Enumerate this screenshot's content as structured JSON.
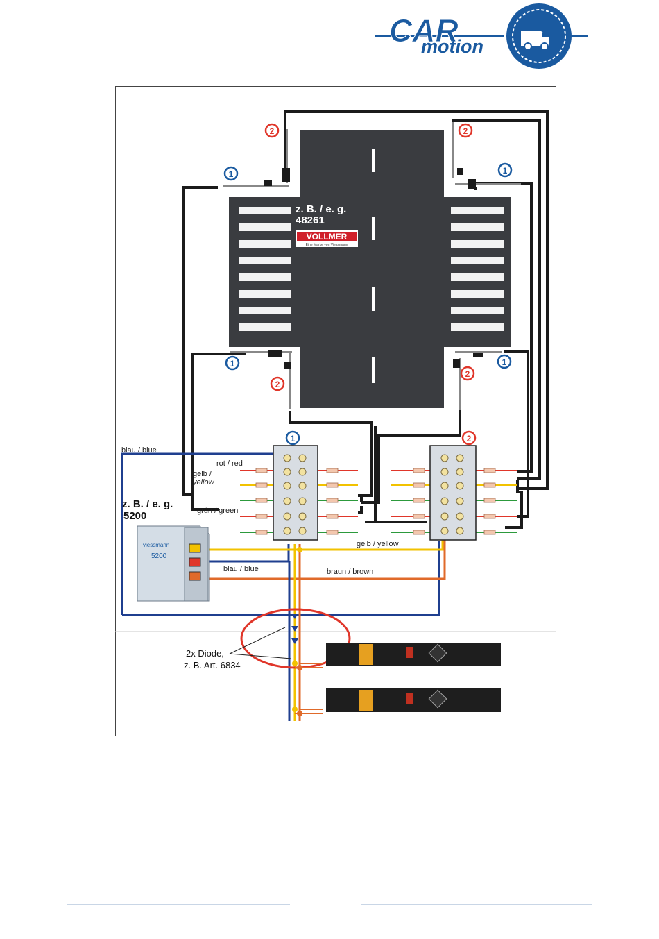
{
  "logo": {
    "word_car": "CAR",
    "word_motion": "motion",
    "icon": "van-icon",
    "color": "#1a5aa0"
  },
  "road": {
    "label_line1": "z. B. / e. g.",
    "label_line2": "48261",
    "brand": "VOLLMER",
    "brand_sub": "Eine Marke von Viessmann"
  },
  "circuits": {
    "one": "1",
    "two": "2"
  },
  "wires": {
    "blue": "blau / blue",
    "red": "rot / red",
    "yellow1": "gelb /",
    "yellow2": "yellow",
    "green": "grün / green",
    "yellow_bottom": "gelb / yellow",
    "blue_bottom": "blau / blue",
    "brown": "braun / brown"
  },
  "device": {
    "label_line1": "z. B. / e. g.",
    "label_line2": "5200",
    "brand": "viessmann",
    "model": "5200"
  },
  "diodes": {
    "label_line1": "2x Diode,",
    "label_line2": "z. B. Art. 6834"
  },
  "colors": {
    "blue": "#1f3f8f",
    "red": "#e0362a",
    "yellow": "#f2c200",
    "green": "#2c9a3c",
    "brown": "#e06a2a",
    "road": "#3a3c40",
    "accent": "#1a5aa0"
  }
}
